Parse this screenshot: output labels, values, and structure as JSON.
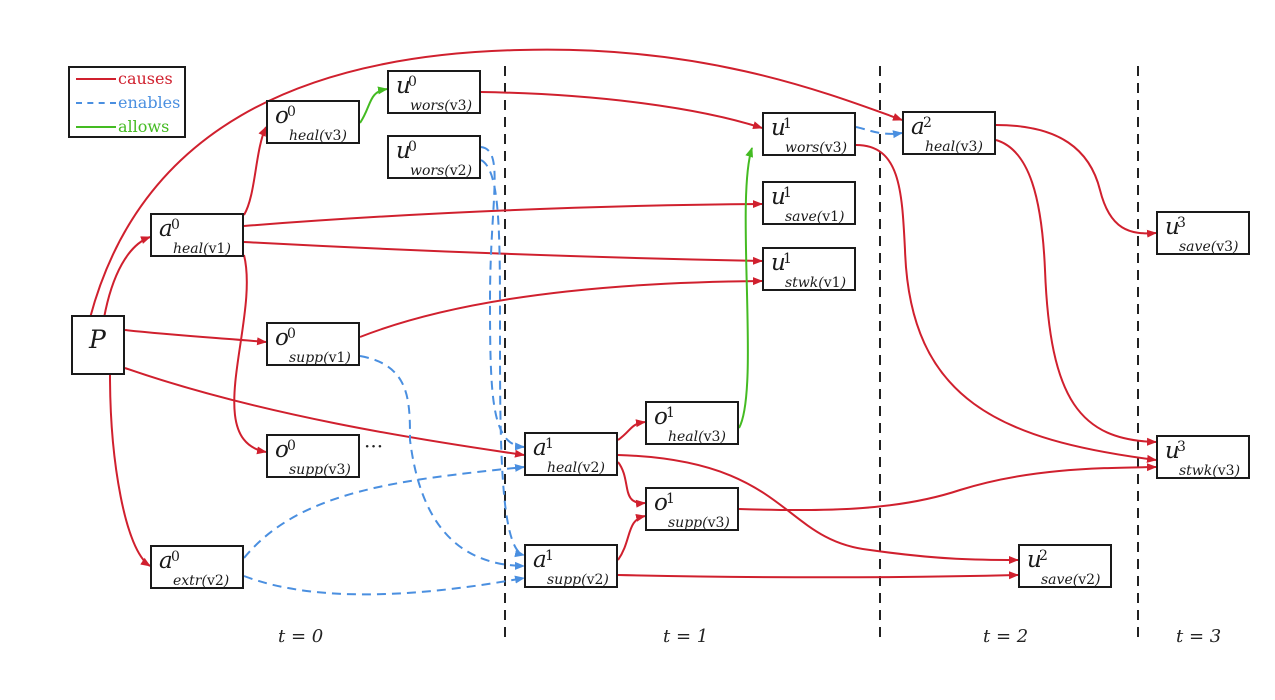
{
  "legend": [
    {
      "label": "causes",
      "color": "#d0202e",
      "style": "solid"
    },
    {
      "label": "enables",
      "color": "#4a8fe0",
      "style": "dashed"
    },
    {
      "label": "allows",
      "color": "#44bb22",
      "style": "solid"
    }
  ],
  "nodes": {
    "P": {
      "base": "P"
    },
    "o_heal_v3_0": {
      "base": "o",
      "sup": "0",
      "sub": "heal",
      "var": "v3"
    },
    "u_wors_v3_0": {
      "base": "u",
      "sup": "0",
      "sub": "wors",
      "var": "v3"
    },
    "u_wors_v2_0": {
      "base": "u",
      "sup": "0",
      "sub": "wors",
      "var": "v2"
    },
    "a_heal_v1_0": {
      "base": "a",
      "sup": "0",
      "sub": "heal",
      "var": "v1"
    },
    "o_supp_v1_0": {
      "base": "o",
      "sup": "0",
      "sub": "supp",
      "var": "v1"
    },
    "o_supp_v3_0": {
      "base": "o",
      "sup": "0",
      "sub": "supp",
      "var": "v3"
    },
    "a_extr_v2_0": {
      "base": "a",
      "sup": "0",
      "sub": "extr",
      "var": "v2"
    },
    "u_wors_v3_1": {
      "base": "u",
      "sup": "1",
      "sub": "wors",
      "var": "v3"
    },
    "u_save_v1_1": {
      "base": "u",
      "sup": "1",
      "sub": "save",
      "var": "v1"
    },
    "u_stwk_v1_1": {
      "base": "u",
      "sup": "1",
      "sub": "stwk",
      "var": "v1"
    },
    "o_heal_v3_1": {
      "base": "o",
      "sup": "1",
      "sub": "heal",
      "var": "v3"
    },
    "a_heal_v2_1": {
      "base": "a",
      "sup": "1",
      "sub": "heal",
      "var": "v2"
    },
    "o_supp_v3_1": {
      "base": "o",
      "sup": "1",
      "sub": "supp",
      "var": "v3"
    },
    "a_supp_v2_1": {
      "base": "a",
      "sup": "1",
      "sub": "supp",
      "var": "v2"
    },
    "a_heal_v3_2": {
      "base": "a",
      "sup": "2",
      "sub": "heal",
      "var": "v3"
    },
    "u_save_v2_2": {
      "base": "u",
      "sup": "2",
      "sub": "save",
      "var": "v2"
    },
    "u_save_v3_3": {
      "base": "u",
      "sup": "3",
      "sub": "save",
      "var": "v3"
    },
    "u_stwk_v3_3": {
      "base": "u",
      "sup": "3",
      "sub": "stwk",
      "var": "v3"
    }
  },
  "ellipsis": "···",
  "time_labels": [
    "t = 0",
    "t = 1",
    "t = 2",
    "t = 3"
  ],
  "edges": [
    {
      "from": "P",
      "to": "a_heal_v3_2",
      "type": "causes"
    },
    {
      "from": "P",
      "to": "a_heal_v1_0",
      "type": "causes"
    },
    {
      "from": "P",
      "to": "o_supp_v1_0",
      "type": "causes"
    },
    {
      "from": "P",
      "to": "a_heal_v2_1",
      "type": "causes"
    },
    {
      "from": "P",
      "to": "a_extr_v2_0",
      "type": "causes"
    },
    {
      "from": "a_heal_v1_0",
      "to": "o_heal_v3_0",
      "type": "causes"
    },
    {
      "from": "a_heal_v1_0",
      "to": "u_save_v1_1",
      "type": "causes"
    },
    {
      "from": "a_heal_v1_0",
      "to": "u_stwk_v1_1",
      "type": "causes"
    },
    {
      "from": "a_heal_v1_0",
      "to": "o_supp_v3_0",
      "type": "causes"
    },
    {
      "from": "o_heal_v3_0",
      "to": "u_wors_v3_0",
      "type": "allows"
    },
    {
      "from": "u_wors_v3_0",
      "to": "u_wors_v3_1",
      "type": "causes"
    },
    {
      "from": "u_wors_v2_0",
      "to": "a_heal_v2_1",
      "type": "enables"
    },
    {
      "from": "u_wors_v2_0",
      "to": "a_supp_v2_1",
      "type": "enables"
    },
    {
      "from": "o_supp_v1_0",
      "to": "u_stwk_v1_1",
      "type": "causes"
    },
    {
      "from": "o_supp_v1_0",
      "to": "a_supp_v2_1",
      "type": "enables"
    },
    {
      "from": "a_extr_v2_0",
      "to": "a_heal_v2_1",
      "type": "enables"
    },
    {
      "from": "a_extr_v2_0",
      "to": "a_supp_v2_1",
      "type": "enables"
    },
    {
      "from": "a_heal_v2_1",
      "to": "o_heal_v3_1",
      "type": "causes"
    },
    {
      "from": "a_heal_v2_1",
      "to": "o_supp_v3_1",
      "type": "causes"
    },
    {
      "from": "a_heal_v2_1",
      "to": "u_save_v2_2",
      "type": "causes"
    },
    {
      "from": "a_supp_v2_1",
      "to": "o_supp_v3_1",
      "type": "causes"
    },
    {
      "from": "a_supp_v2_1",
      "to": "u_save_v2_2",
      "type": "causes"
    },
    {
      "from": "o_heal_v3_1",
      "to": "u_wors_v3_1",
      "type": "allows"
    },
    {
      "from": "o_supp_v3_1",
      "to": "u_stwk_v3_3",
      "type": "causes"
    },
    {
      "from": "u_wors_v3_1",
      "to": "a_heal_v3_2",
      "type": "enables"
    },
    {
      "from": "u_wors_v3_1",
      "to": "u_stwk_v3_3",
      "type": "causes"
    },
    {
      "from": "a_heal_v3_2",
      "to": "u_save_v3_3",
      "type": "causes"
    },
    {
      "from": "a_heal_v3_2",
      "to": "u_stwk_v3_3",
      "type": "causes"
    }
  ]
}
